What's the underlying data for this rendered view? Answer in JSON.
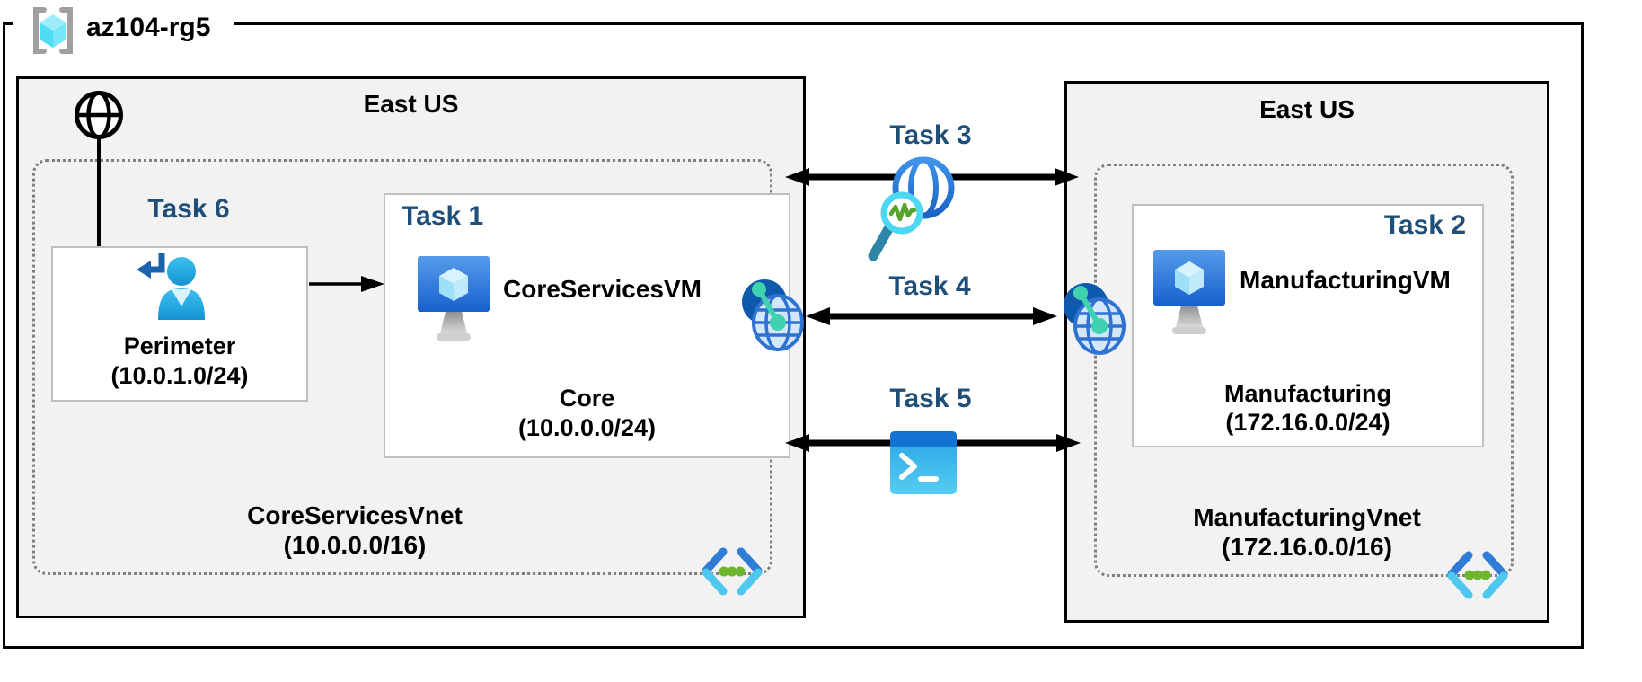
{
  "resource_group": {
    "name": "az104-rg5"
  },
  "left_region": {
    "name": "East US",
    "task6_label": "Task 6",
    "perimeter_subnet": {
      "name": "Perimeter",
      "cidr": "(10.0.1.0/24)"
    },
    "task1_label": "Task 1",
    "vm_name": "CoreServicesVM",
    "core_subnet": {
      "name": "Core",
      "cidr": "(10.0.0.0/24)"
    },
    "vnet": {
      "name": "CoreServicesVnet",
      "cidr": "(10.0.0.0/16)"
    }
  },
  "right_region": {
    "name": "East US",
    "task2_label": "Task 2",
    "vm_name": "ManufacturingVM",
    "subnet": {
      "name": "Manufacturing",
      "cidr": "(172.16.0.0/24)"
    },
    "vnet": {
      "name": "ManufacturingVnet",
      "cidr": "(172.16.0.0/16)"
    }
  },
  "connections": {
    "task3_label": "Task 3",
    "task4_label": "Task 4",
    "task5_label": "Task 5"
  },
  "icons": [
    "resource-group-icon",
    "internet-globe-icon",
    "signin-user-icon",
    "vm-icon",
    "vnet-icon",
    "peering-icon",
    "network-watcher-icon",
    "cloud-shell-icon"
  ],
  "colors": {
    "task_label": "#1f4e79",
    "region_background": "#f2f2f2",
    "region_border": "#000000",
    "box_border": "#bfbfbf",
    "dotted_border": "#7f7f7f",
    "arrow": "#000000",
    "azure_dark_blue": "#0e59ac",
    "azure_blue": "#2e7cd6",
    "cyan": "#4fc8f0",
    "green_dot": "#6cb52c",
    "teal_peering": "#3fd2ae"
  }
}
